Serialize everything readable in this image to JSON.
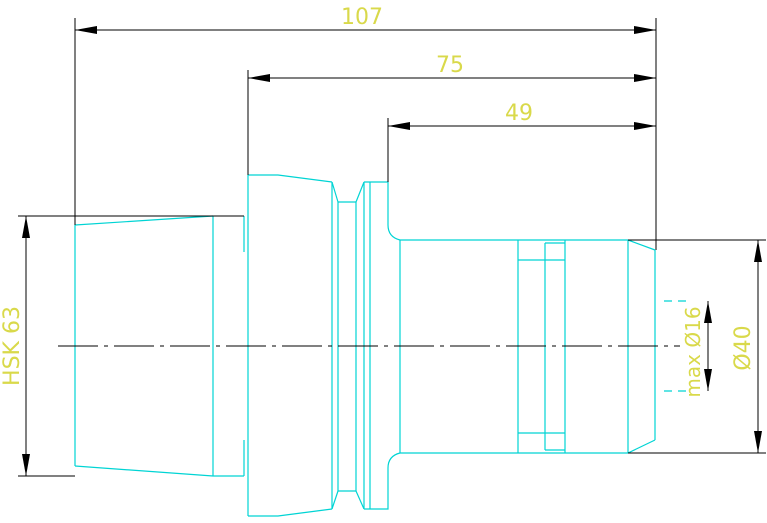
{
  "dimensions": {
    "overall_length": "107",
    "shank_length": "75",
    "collet_length": "49",
    "flange_size": "HSK 63",
    "outer_diameter": "Ø40",
    "max_clamp_diameter": "max Ø16"
  },
  "colors": {
    "part_outline": "#00d4d4",
    "dimension_lines": "#000000",
    "dimension_text": "#d9d94a",
    "background": "#ffffff"
  }
}
